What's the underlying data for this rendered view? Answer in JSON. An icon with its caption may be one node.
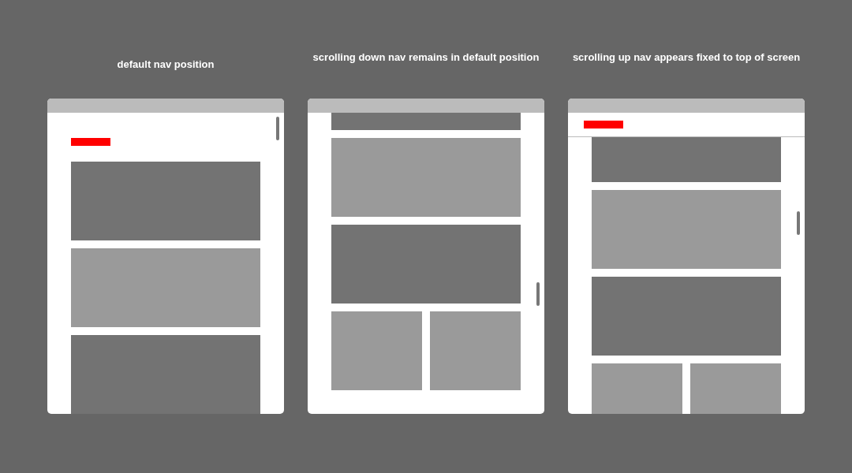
{
  "diagram": {
    "labels": [
      "default nav position",
      "scrolling down nav remains in default position",
      "scrolling up nav appears fixed to top of screen"
    ]
  }
}
